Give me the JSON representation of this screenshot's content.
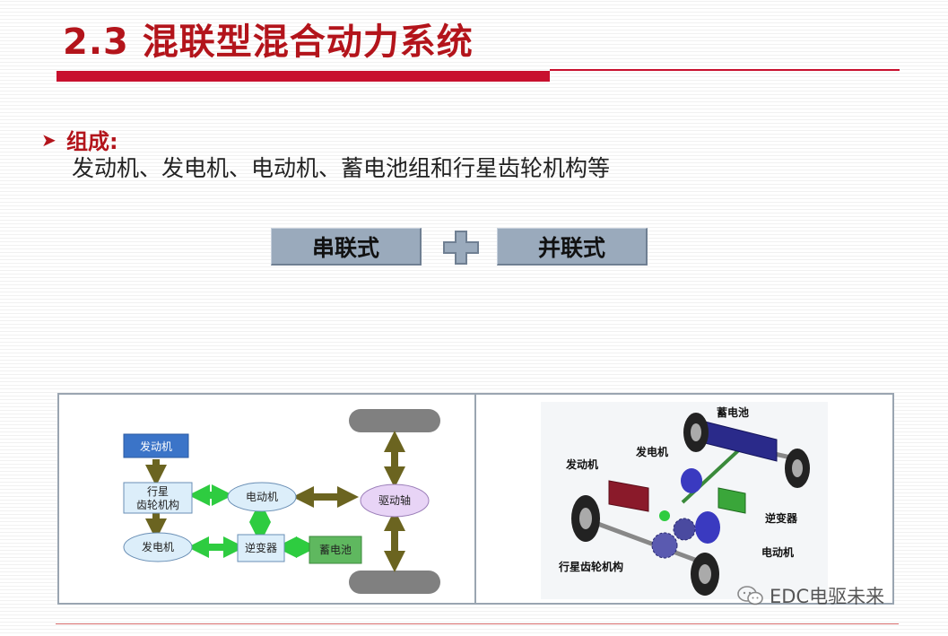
{
  "slide": {
    "title": "2.3 混联型混合动力系统",
    "bullet_label": "组成:",
    "components": "发动机、发电机、电动机、蓄电池组和行星齿轮机构等",
    "mode_series": "串联式",
    "mode_parallel": "并联式"
  },
  "diagram": {
    "engine": "发动机",
    "planetary_line1": "行星",
    "planetary_line2": "齿轮机构",
    "motor": "电动机",
    "generator": "发电机",
    "inverter": "逆变器",
    "battery": "蓄电池",
    "drive_axle": "驱动轴"
  },
  "photo_labels": {
    "battery": "蓄电池",
    "generator": "发电机",
    "engine": "发动机",
    "inverter": "逆变器",
    "motor": "电动机",
    "planetary": "行星齿轮机构"
  },
  "watermark": "EDC电驱未来",
  "colors": {
    "title_red": "#b3141b",
    "mode_box": "#9aaabc",
    "engine_blue": "#3b74c8",
    "green_arrow": "#2ecc40",
    "olive_arrow": "#6b6420",
    "battery_green": "#5fb85f"
  },
  "icons": [
    "bullet-arrow-icon",
    "plus-icon",
    "wechat-icon"
  ]
}
